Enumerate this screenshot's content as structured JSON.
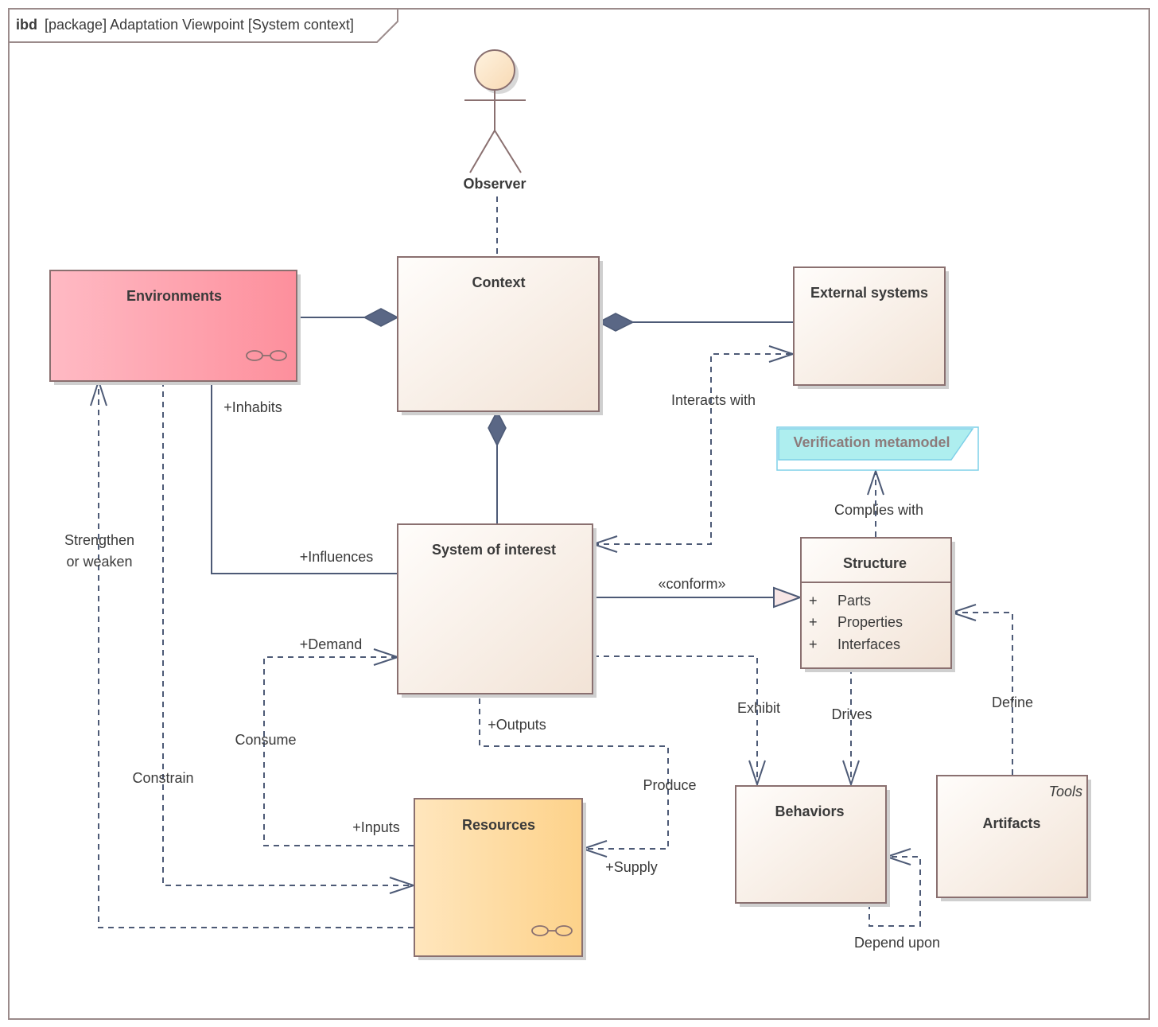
{
  "frame": {
    "keyword": "ibd",
    "title": "[package] Adaptation Viewpoint [System context]"
  },
  "elements": {
    "observer": "Observer",
    "environments": "Environments",
    "context": "Context",
    "external_systems": "External systems",
    "verification_metamodel": "Verification metamodel",
    "system_of_interest": "System of interest",
    "structure": {
      "name": "Structure",
      "attributes": [
        {
          "visibility": "+",
          "name": "Parts"
        },
        {
          "visibility": "+",
          "name": "Properties"
        },
        {
          "visibility": "+",
          "name": "Interfaces"
        }
      ]
    },
    "resources": "Resources",
    "behaviors": "Behaviors",
    "artifacts": {
      "name": "Artifacts",
      "stereotype": "Tools"
    }
  },
  "relations": {
    "interacts_with": "Interacts with",
    "inhabits": "+Inhabits",
    "influences": "+Influences",
    "complies_with": "Complies with",
    "conform": "«conform»",
    "strengthen_line1": "Strengthen",
    "strengthen_line2": "or weaken",
    "demand": "+Demand",
    "consume": "Consume",
    "outputs": "+Outputs",
    "exhibit": "Exhibit",
    "drives": "Drives",
    "define": "Define",
    "constrain": "Constrain",
    "produce": "Produce",
    "inputs": "+Inputs",
    "supply": "+Supply",
    "depend_upon": "Depend upon"
  },
  "colors": {
    "environments": "#fd97a2",
    "resources": "#fdd590",
    "element_fill": "#f5e9df",
    "note_fill": "#aeeeef",
    "connector": "#4d5a76",
    "border": "#8a7070"
  }
}
